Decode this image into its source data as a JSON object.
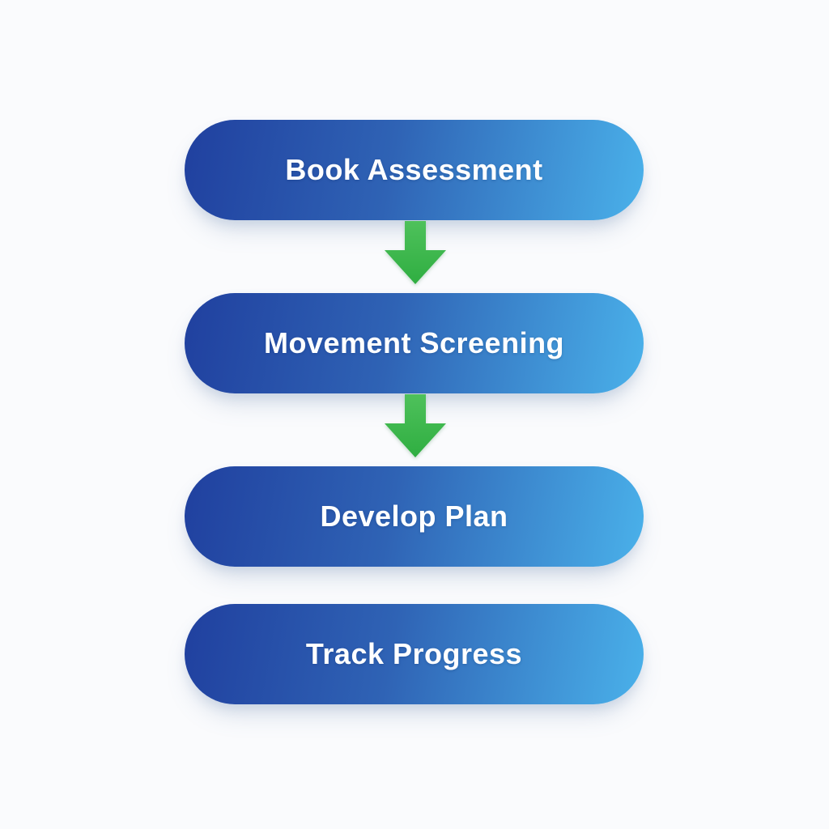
{
  "diagram": {
    "type": "flowchart",
    "orientation": "vertical",
    "steps": [
      {
        "label": "Book Assessment"
      },
      {
        "label": "Movement Screening"
      },
      {
        "label": "Develop Plan"
      },
      {
        "label": "Track Progress"
      }
    ],
    "connectors": [
      {
        "from": 0,
        "to": 1,
        "style": "green-down-arrow"
      },
      {
        "from": 1,
        "to": 2,
        "style": "green-down-arrow"
      }
    ],
    "colors": {
      "box_gradient_start": "#20409f",
      "box_gradient_end": "#4ab1ea",
      "arrow_green_light": "#4ec15b",
      "arrow_green_dark": "#2fae41",
      "text": "#ffffff",
      "background": "#fafbfd"
    }
  }
}
